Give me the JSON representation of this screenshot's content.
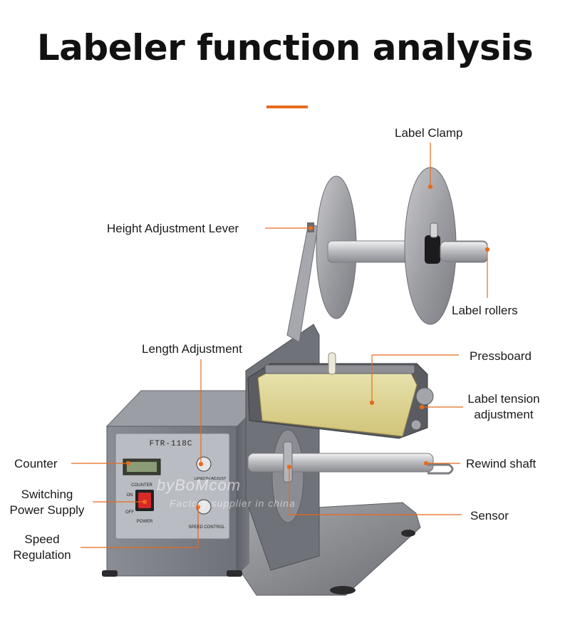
{
  "title": "Labeler function analysis",
  "colors": {
    "accent": "#e86a1c",
    "leader": "#e86a1c",
    "machine_body": "#7d8088"
  },
  "machine": {
    "model": "FTR-118C",
    "panel": {
      "counter_label": "COUNTER",
      "power_on": "ON",
      "power_off": "OFF",
      "power_label": "POWER",
      "speed_label": "SPEED CONTROL",
      "length_label": "LENGTH ADJUST"
    }
  },
  "labels": {
    "label_clamp": "Label Clamp",
    "height_adjustment_lever": "Height Adjustment Lever",
    "label_rollers": "Label rollers",
    "length_adjustment": "Length Adjustment",
    "pressboard": "Pressboard",
    "label_tension_line1": "Label tension",
    "label_tension_line2": "adjustment",
    "counter": "Counter",
    "rewind_shaft": "Rewind shaft",
    "switching_line1": "Switching",
    "switching_line2": "Power Supply",
    "sensor": "Sensor",
    "speed_line1": "Speed",
    "speed_line2": "Regulation"
  },
  "watermark": {
    "line1": "byBoMcom",
    "line2": "Factory supplier in china"
  }
}
